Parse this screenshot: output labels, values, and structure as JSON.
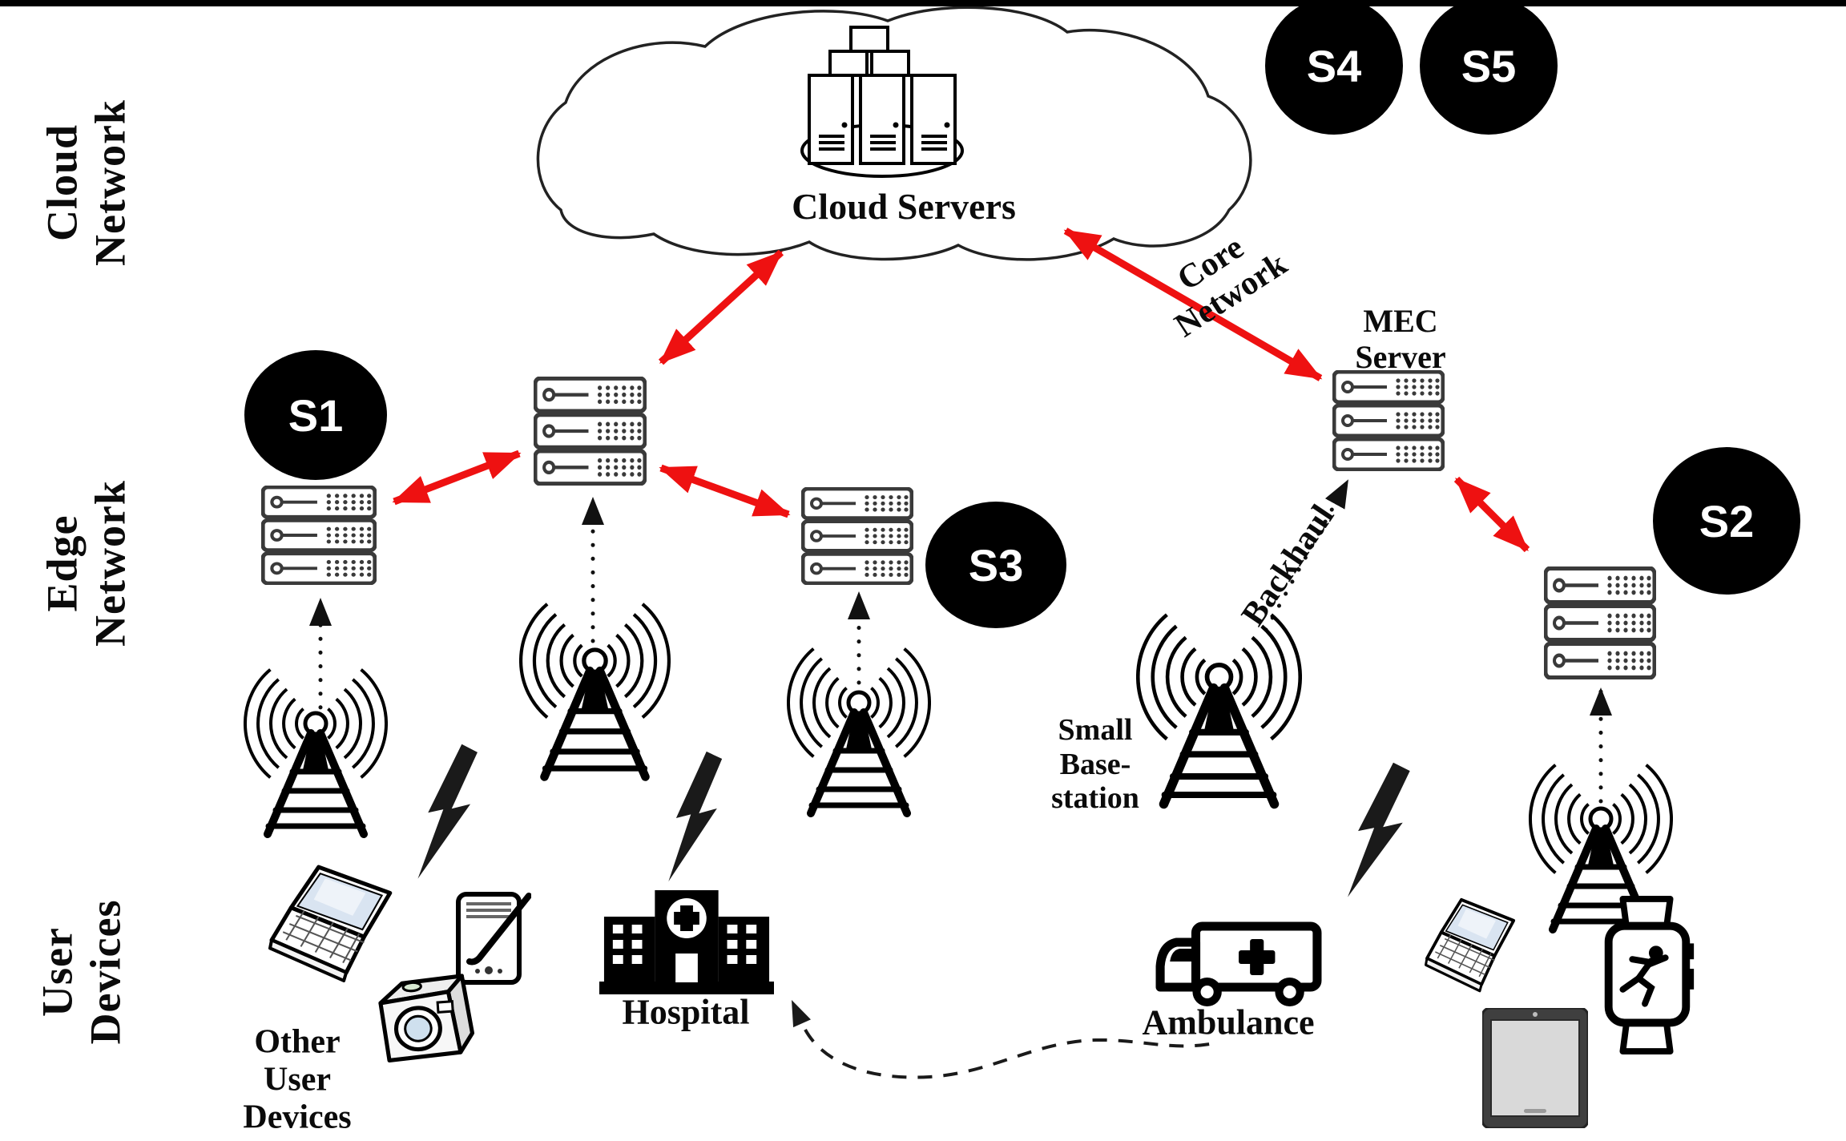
{
  "title": "Cloud / Edge / User-device MEC network architecture diagram",
  "colors": {
    "background": "#ffffff",
    "arrow_red": "#ee1111",
    "dotted_arrow_black": "#111111",
    "node_circle_fill": "#000000",
    "node_circle_text": "#ffffff",
    "label_text": "#0b0b0b",
    "server_outline": "#3a3a3a",
    "top_border": "#000000"
  },
  "layers": [
    {
      "id": "cloud-network",
      "label": "Cloud\nNetwork"
    },
    {
      "id": "edge-network",
      "label": "Edge\nNetwork"
    },
    {
      "id": "user-devices",
      "label": "User\nDevices"
    }
  ],
  "cloud": {
    "label": "Cloud Servers",
    "icon": "cloud-servers-icon"
  },
  "links": {
    "core_network_label": "Core\nNetwork",
    "backhaul_label": "Backhaul"
  },
  "mec": {
    "label": "MEC\nServer"
  },
  "small_base_station": {
    "label": "Small\nBase-\nstation"
  },
  "hospital": {
    "label": "Hospital"
  },
  "ambulance": {
    "label": "Ambulance"
  },
  "other_user_devices": {
    "label": "Other\nUser\nDevices"
  },
  "s_nodes": [
    {
      "label": "S1"
    },
    {
      "label": "S2"
    },
    {
      "label": "S3"
    },
    {
      "label": "S4"
    },
    {
      "label": "S5"
    }
  ],
  "icons": [
    "cloud-icon",
    "cloud-servers-icon",
    "edge-server-stack-icon",
    "mec-server-stack-icon",
    "base-station-icon",
    "small-base-station-icon",
    "lightning-bolt-icon",
    "laptop-icon",
    "pda-icon",
    "camera-icon",
    "hospital-icon",
    "ambulance-icon",
    "smartwatch-icon",
    "tablet-icon",
    "red-double-arrow",
    "dotted-uplink-arrow",
    "dashed-route-arrow"
  ]
}
